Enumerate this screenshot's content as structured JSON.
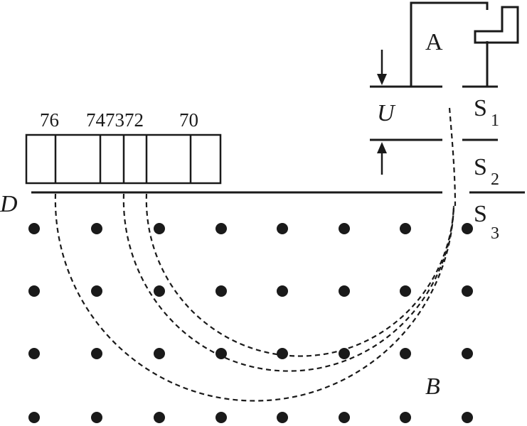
{
  "labels": {
    "source": "A",
    "voltage": "U",
    "slit1": "S",
    "slit1_sub": "1",
    "slit2": "S",
    "slit2_sub": "2",
    "slit3": "S",
    "slit3_sub": "3",
    "plate": "D",
    "field": "B",
    "mass76": "76",
    "mass74": "74",
    "mass73": "73",
    "mass72": "72",
    "mass70": "70"
  },
  "colors": {
    "ink": "#1a1a1a",
    "background": "#ffffff"
  }
}
